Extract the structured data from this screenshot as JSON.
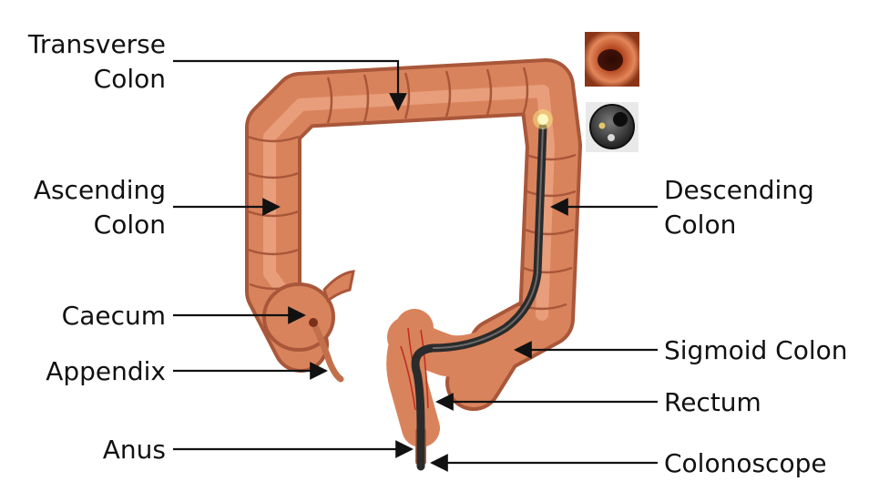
{
  "labels": {
    "transverse_colon": [
      "Transverse",
      "Colon"
    ],
    "ascending_colon": [
      "Ascending",
      "Colon"
    ],
    "caecum": "Caecum",
    "appendix": "Appendix",
    "anus": "Anus",
    "descending_colon": [
      "Descending",
      "Colon"
    ],
    "sigmoid_colon": "Sigmoid Colon",
    "rectum": "Rectum",
    "colonoscope": "Colonoscope"
  },
  "colors": {
    "tissue": "#d9835c",
    "tissue_shadow": "#a9573a",
    "tissue_highlight": "#f0b393",
    "scope": "#3a3a3a",
    "scope_light": "#f5e07a",
    "arrow": "#111111"
  },
  "insets": {
    "endoscopic_view": "endoscopic-view-image",
    "scope_tip": "scope-tip-image"
  }
}
